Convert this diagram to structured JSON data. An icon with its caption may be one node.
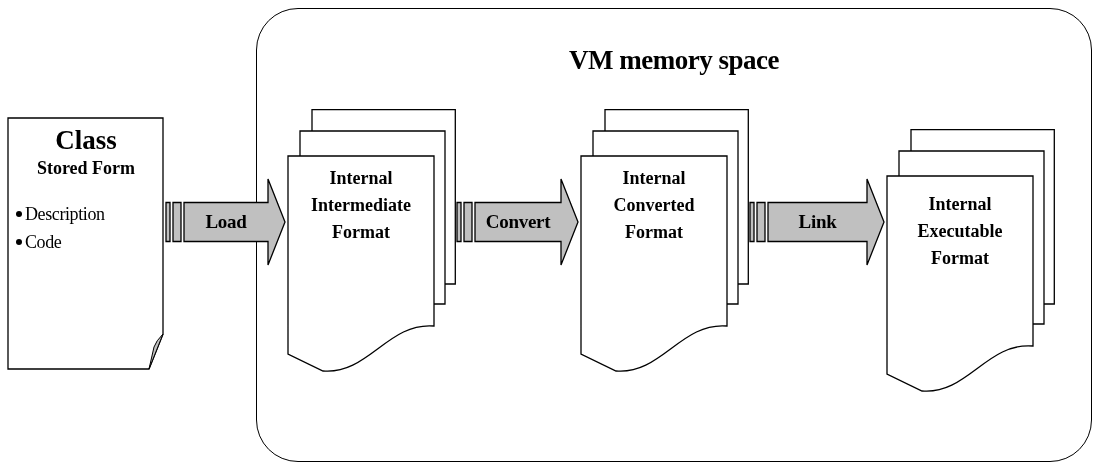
{
  "diagram": {
    "nodes": [
      {
        "text": [
          "VM memory space"
        ]
      },
      {
        "text": [
          "Class",
          "Stored Form",
          "Description",
          "Code"
        ]
      },
      {
        "text": [
          "Internal Intermediate Format"
        ],
        "in": 0
      },
      {
        "text": [
          "Internal Converted Format"
        ],
        "in": 0
      },
      {
        "text": [
          "Internal Executable Format"
        ],
        "in": 0
      }
    ],
    "edges": [
      {
        "from": 1,
        "to": 2,
        "arrow": "to",
        "label": "Load"
      },
      {
        "from": 2,
        "to": 3,
        "arrow": "to",
        "label": "Convert"
      },
      {
        "from": 3,
        "to": 4,
        "arrow": "to",
        "label": "Link"
      }
    ]
  }
}
